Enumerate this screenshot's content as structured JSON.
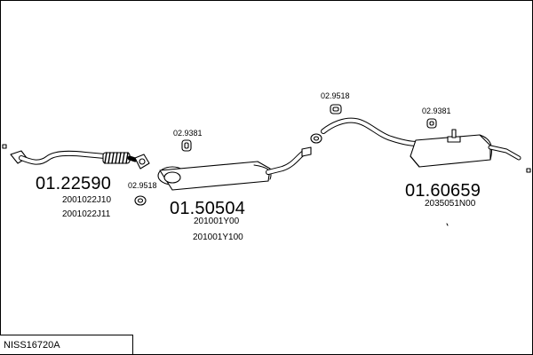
{
  "diagram_code": "NISS16720A",
  "components": [
    {
      "part_number": "01.22590",
      "oe_numbers": [
        "2001022J10",
        "2001022J11"
      ]
    },
    {
      "part_number": "01.50504",
      "oe_numbers": [
        "201001Y00",
        "201001Y100"
      ]
    },
    {
      "part_number": "01.60659",
      "oe_numbers": [
        "2035051N00"
      ]
    }
  ],
  "accessories": [
    {
      "part_number": "02.9518"
    },
    {
      "part_number": "02.9381"
    },
    {
      "part_number": "02.9518"
    },
    {
      "part_number": "02.9381"
    }
  ],
  "colors": {
    "line": "#000000",
    "fill": "#ffffff",
    "shade": "#e6e6e6"
  }
}
